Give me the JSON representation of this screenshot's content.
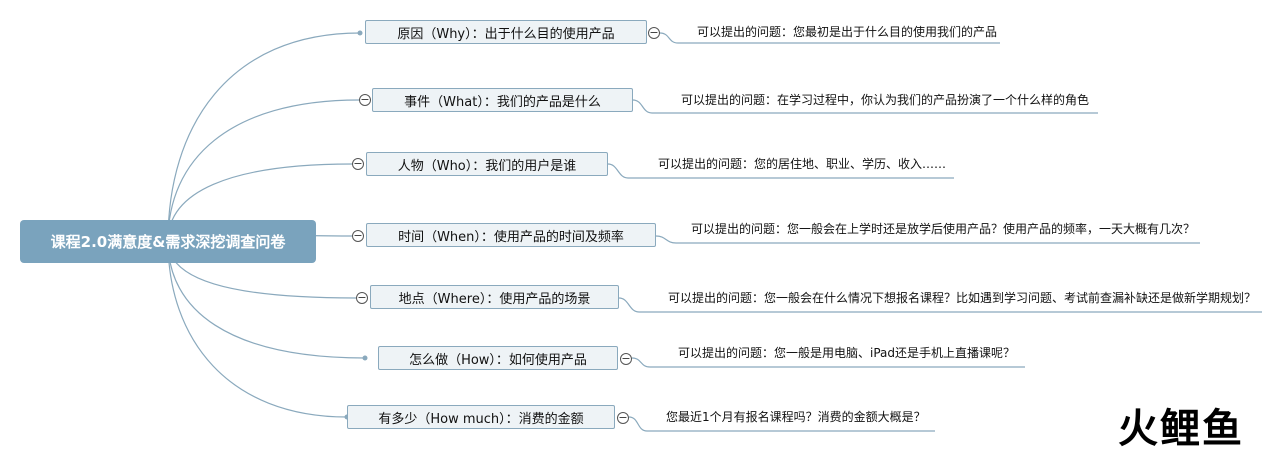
{
  "root": {
    "label": "课程2.0满意度&需求深挖调查问卷"
  },
  "branches": [
    {
      "label": "原因（Why）：出于什么目的使用产品",
      "question": "可以提出的问题：您最初是出于什么目的使用我们的产品"
    },
    {
      "label": "事件（What）：我们的产品是什么",
      "question": "可以提出的问题：在学习过程中，你认为我们的产品扮演了一个什么样的角色"
    },
    {
      "label": "人物（Who）：我们的用户是谁",
      "question": "可以提出的问题：您的居住地、职业、学历、收入……"
    },
    {
      "label": "时间（When）：使用产品的时间及频率",
      "question": "可以提出的问题：您一般会在上学时还是放学后使用产品？使用产品的频率，一天大概有几次？"
    },
    {
      "label": "地点（Where）：使用产品的场景",
      "question": "可以提出的问题：您一般会在什么情况下想报名课程？比如遇到学习问题、考试前查漏补缺还是做新学期规划？"
    },
    {
      "label": "怎么做（How）：如何使用产品",
      "question": "可以提出的问题：您一般是用电脑、iPad还是手机上直播课呢？"
    },
    {
      "label": "有多少（How much）：消费的金额",
      "question": "您最近1个月有报名课程吗？消费的金额大概是？"
    }
  ],
  "toggle_symbol": "−",
  "logo": {
    "text": "火鲤鱼",
    "icon": "fire-carp-logo",
    "color": "#e8473c"
  },
  "colors": {
    "root_bg": "#7aa3bd",
    "branch_bg": "#eef3f6",
    "branch_border": "#8aa9bd",
    "link": "#8aa9bd"
  }
}
